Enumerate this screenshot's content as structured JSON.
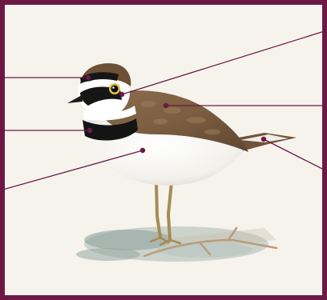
{
  "figure": {
    "subject": "little-ringed-plover",
    "frame_color": "#6b1845",
    "leader_line_color": "#6b1845",
    "background_color": "#f6f3ed"
  },
  "callouts": [
    {
      "id": "crown-stripe",
      "label": ""
    },
    {
      "id": "eye-ring",
      "label": ""
    },
    {
      "id": "breast-band",
      "label": ""
    },
    {
      "id": "underparts",
      "label": ""
    },
    {
      "id": "mantle",
      "label": ""
    },
    {
      "id": "tail",
      "label": ""
    }
  ]
}
